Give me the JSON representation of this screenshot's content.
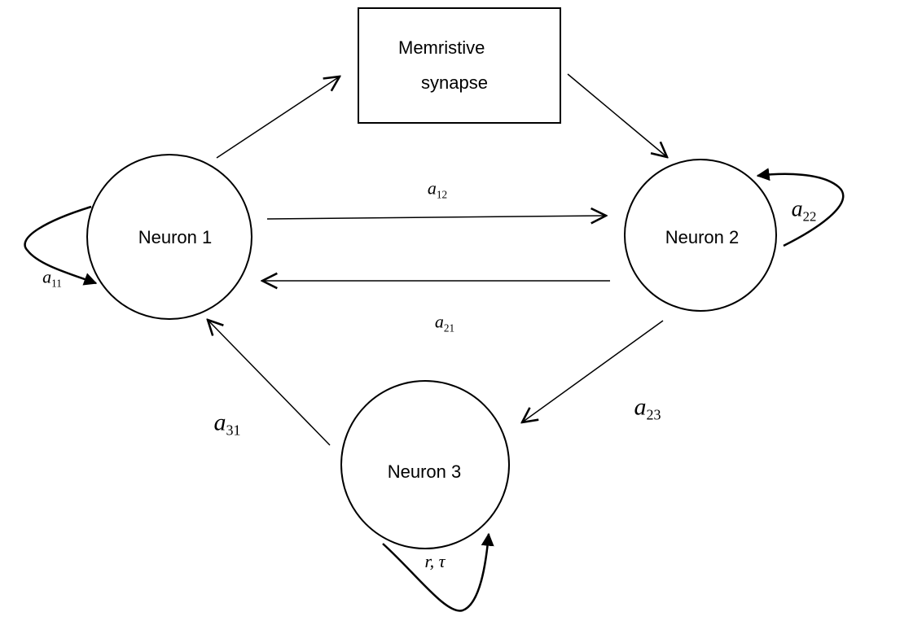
{
  "nodes": {
    "neuron1": "Neuron 1",
    "neuron2": "Neuron 2",
    "neuron3": "Neuron 3",
    "synapse_line1": "Memristive",
    "synapse_line2": "synapse"
  },
  "coefficients": {
    "a11": {
      "base": "a",
      "sub": "11"
    },
    "a12": {
      "base": "a",
      "sub": "12"
    },
    "a21": {
      "base": "a",
      "sub": "21"
    },
    "a22": {
      "base": "a",
      "sub": "22"
    },
    "a23": {
      "base": "a",
      "sub": "23"
    },
    "a31": {
      "base": "a",
      "sub": "31"
    },
    "r_tau": "r, τ"
  }
}
